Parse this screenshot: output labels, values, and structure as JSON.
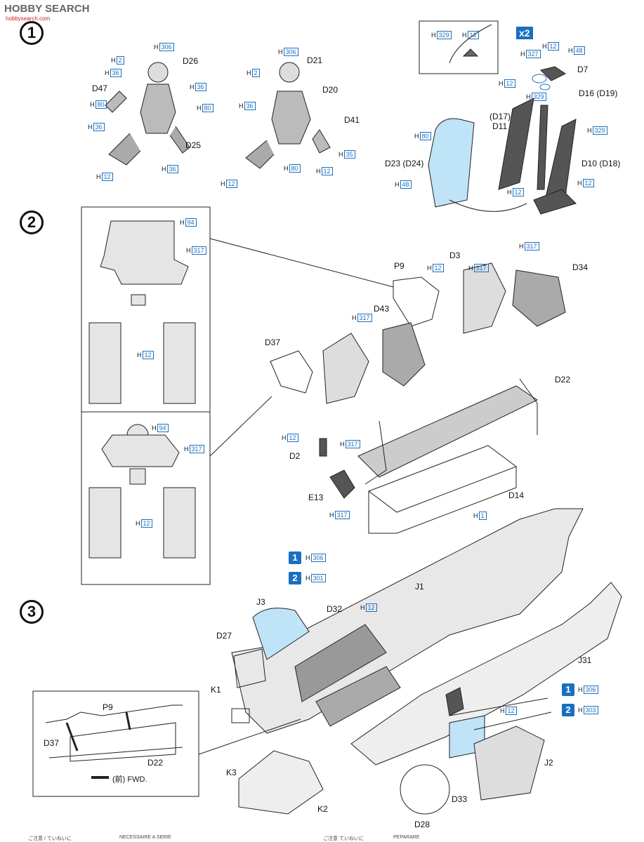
{
  "watermark": {
    "brand_a": "HOBBY",
    "brand_b": " SEARCH",
    "url": "hobbysearch.com"
  },
  "steps": [
    "1",
    "2",
    "3"
  ],
  "cement_prefix": "H",
  "x2": "x2",
  "fwd_label": "(前) FWD.",
  "step1": {
    "parts": [
      "D26",
      "D47",
      "D25",
      "D21",
      "D20",
      "D41",
      "D7",
      "D16 (D19)",
      "(D17)",
      "D11",
      "D23 (D24)",
      "D10 (D18)"
    ],
    "colors": [
      "306",
      "2",
      "36",
      "80",
      "36",
      "36",
      "12",
      "36",
      "306",
      "2",
      "36",
      "80",
      "80",
      "35",
      "12",
      "329",
      "12",
      "327",
      "12",
      "48",
      "12",
      "329",
      "80",
      "48",
      "329",
      "12",
      "12"
    ]
  },
  "step2": {
    "parts": [
      "P9",
      "D3",
      "D34",
      "D43",
      "D37",
      "D22",
      "D2",
      "E13",
      "D14"
    ],
    "colors": [
      "94",
      "317",
      "12",
      "94",
      "317",
      "12",
      "12",
      "317",
      "317",
      "317",
      "12",
      "317",
      "317",
      "1"
    ]
  },
  "step3": {
    "parts": [
      "J3",
      "D32",
      "J1",
      "D27",
      "K1",
      "J31",
      "P9",
      "D37",
      "D22",
      "K3",
      "K2",
      "J2",
      "D28",
      "D33"
    ],
    "colors": [
      "306",
      "301",
      "12",
      "12",
      "306",
      "303"
    ],
    "badges": [
      "1",
      "2",
      "1",
      "2"
    ]
  },
  "footer": [
    "ご注意 / ていねいに",
    "NECESSAIRE A SERIE",
    "ご注意 ていねいに",
    "PEPARARE"
  ]
}
